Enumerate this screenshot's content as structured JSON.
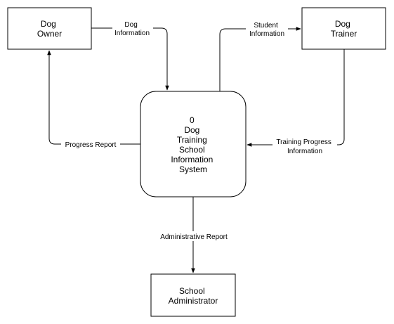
{
  "nodes": {
    "dog_owner": [
      "Dog",
      "Owner"
    ],
    "dog_trainer": [
      "Dog",
      "Trainer"
    ],
    "system": [
      "0",
      "Dog",
      "Training",
      "School",
      "Information",
      "System"
    ],
    "school_admin": [
      "School",
      "Administrator"
    ]
  },
  "flows": {
    "dog_information": [
      "Dog",
      "Information"
    ],
    "student_information": [
      "Student",
      "Information"
    ],
    "progress_report": [
      "Progress Report"
    ],
    "training_progress_information": [
      "Training Progress",
      "Information"
    ],
    "administrative_report": [
      "Administrative Report"
    ]
  }
}
